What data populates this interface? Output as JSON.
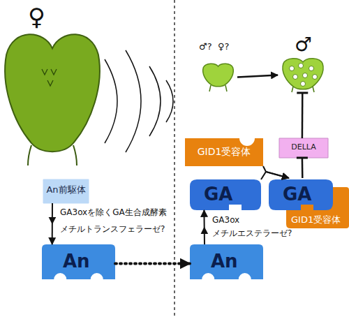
{
  "diagram": {
    "nodes": [
      {
        "text": [
          "♀"
        ]
      },
      {
        "text": [
          "♂?",
          "♀?"
        ]
      },
      {
        "text": [
          "♂"
        ]
      },
      {
        "text": [
          "GID1受容体"
        ]
      },
      {
        "text": [
          "DELLA"
        ]
      },
      {
        "text": [
          "An前駆体"
        ]
      },
      {
        "text": [
          "GA"
        ]
      },
      {
        "text": [
          "GID1受容体"
        ]
      },
      {
        "text": [
          "GA"
        ],
        "in": 7
      },
      {
        "text": [
          "An"
        ]
      },
      {
        "text": [
          "An"
        ]
      }
    ],
    "edges": [
      {
        "from": 1,
        "to": 2,
        "arrow": "to"
      },
      {
        "from": 7,
        "to": 4,
        "arrow": "to"
      },
      {
        "from": 4,
        "to": 2,
        "arrow": "to"
      },
      {
        "from": 3,
        "to": 7,
        "arrow": "to"
      },
      {
        "from": 6,
        "to": 7,
        "arrow": "to"
      },
      {
        "from": 5,
        "to": 9,
        "arrow": "to",
        "label": "GA3oxを除くGA生合成酵素"
      },
      {
        "from": 9,
        "to": 10,
        "arrow": "to"
      },
      {
        "from": 10,
        "to": 6,
        "arrow": "to",
        "label": "GA3ox"
      }
    ],
    "labels": [
      "メチルトランスフェラーゼ?",
      "メチルエステラーゼ?"
    ]
  }
}
